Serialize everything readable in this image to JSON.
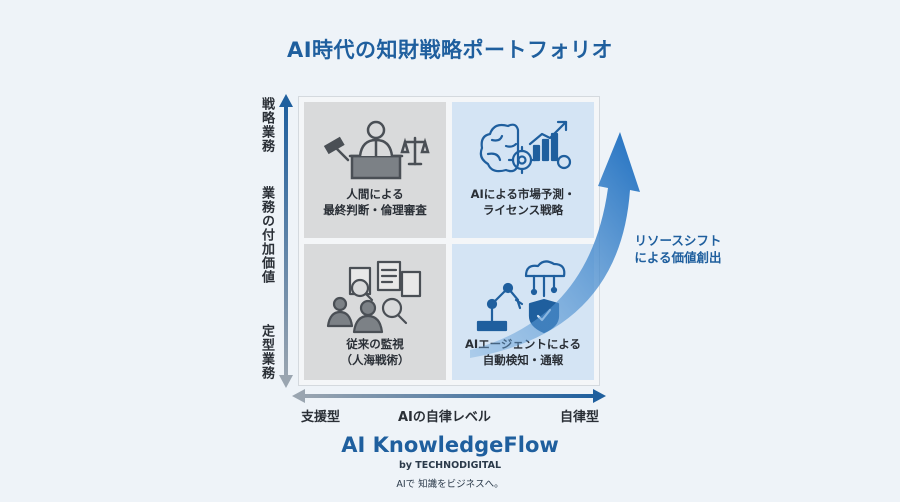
{
  "title": "AI時代の知財戦略ポートフォリオ",
  "y_axis": {
    "top": "戦略業務",
    "middle": "業務の付加価値",
    "bottom": "定型業務"
  },
  "x_axis": {
    "left": "支援型",
    "middle": "AIの自律レベル",
    "right": "自律型"
  },
  "quadrants": {
    "top_left": {
      "line1": "人間による",
      "line2": "最終判断・倫理審査",
      "icon": "judge-gavel-scales-icon",
      "color": "#d9dadb"
    },
    "top_right": {
      "line1": "AIによる市場予測・",
      "line2": "ライセンス戦略",
      "icon": "brain-chart-gear-icon",
      "color": "#d4e4f4"
    },
    "bottom_left": {
      "line1": "従来の監視",
      "line2": "（人海戦術）",
      "icon": "people-documents-magnifier-icon",
      "color": "#d9dadb"
    },
    "bottom_right": {
      "line1": "AIエージェントによる",
      "line2": "自動検知・通報",
      "icon": "robot-arm-cloud-shield-icon",
      "color": "#d4e4f4"
    }
  },
  "shift": {
    "line1": "リソースシフト",
    "line2": "による価値創出"
  },
  "brand": {
    "name": "AI KnowledgeFlow",
    "byline": "by TECHNODIGITAL",
    "tagline": "AIで 知識をビジネスへ。"
  },
  "colors": {
    "accent": "#1f5f9e",
    "arrow": "#1f6fc0"
  }
}
